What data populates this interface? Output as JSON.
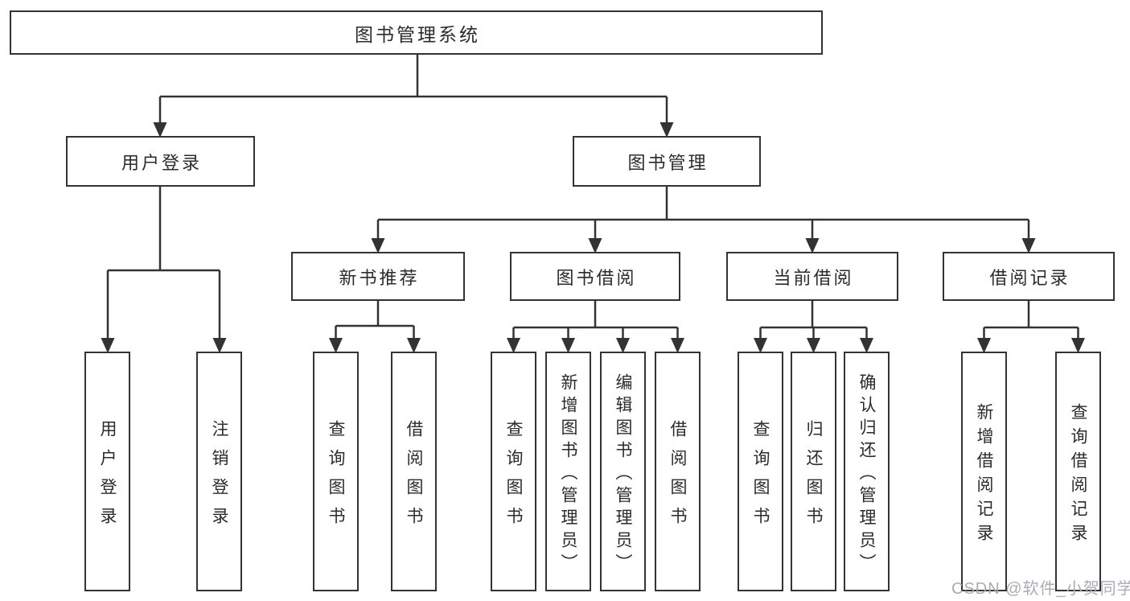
{
  "nodes": {
    "root": "图书管理系统",
    "user_login": "用户登录",
    "book_mgmt": "图书管理",
    "new_book_rec": "新书推荐",
    "book_borrow": "图书借阅",
    "current_borrow": "当前借阅",
    "borrow_record": "借阅记录",
    "user_login_children": [
      "用户登录",
      "注销登录"
    ],
    "new_book_rec_children": [
      "查询图书",
      "借阅图书"
    ],
    "book_borrow_children": [
      "查询图书",
      "新增图书（管理员）",
      "编辑图书（管理员）",
      "借阅图书"
    ],
    "current_borrow_children": [
      "查询图书",
      "归还图书",
      "确认归还（管理员）"
    ],
    "borrow_record_children": [
      "新增借阅记录",
      "查询借阅记录"
    ]
  },
  "watermark": {
    "text": "CSDN @软件_小贺同学"
  },
  "colors": {
    "line": "#333333",
    "box_border": "#333333",
    "text": "#2b2b2b",
    "background": "#ffffff",
    "watermark": "#a9adb3"
  }
}
